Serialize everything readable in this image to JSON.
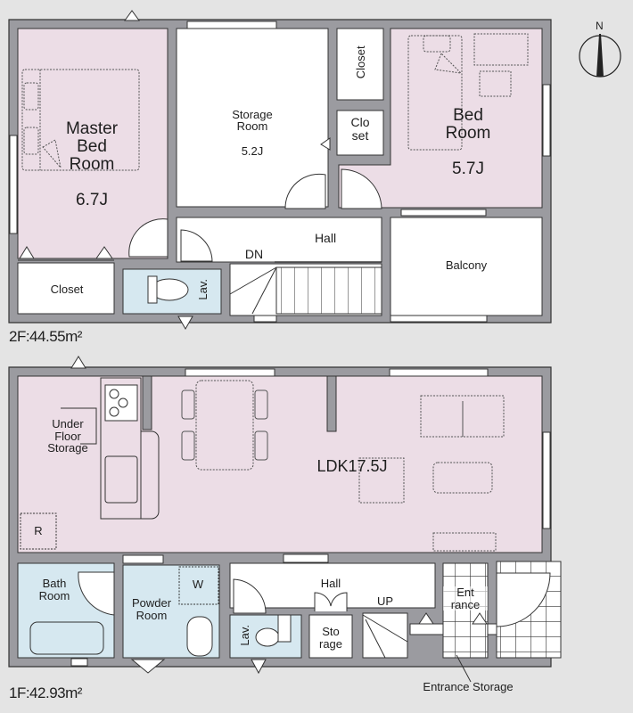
{
  "colors": {
    "background": "#e4e4e4",
    "wall": "#9b9ba0",
    "wall_outline": "#3a3a3a",
    "room_pink": "#ecdde6",
    "room_blue": "#d6e8f0",
    "room_white": "#ffffff",
    "line": "#2a2a2a"
  },
  "compass": {
    "label": "N",
    "icon": "north-arrow-icon"
  },
  "floor2": {
    "area_label": "2F:44.55m²",
    "rooms": {
      "master_bed": {
        "name": "Master\nBed\nRoom",
        "size": "6.7J"
      },
      "storage_room": {
        "name": "Storage\nRoom",
        "size": "5.2J"
      },
      "closet_top": {
        "name": "Closet"
      },
      "closet_small": {
        "name": "Clo\nset"
      },
      "bed_room": {
        "name": "Bed\nRoom",
        "size": "5.7J"
      },
      "hall": {
        "name": "Hall"
      },
      "stairs": {
        "name": "DN"
      },
      "balcony": {
        "name": "Balcony"
      },
      "closet_left": {
        "name": "Closet"
      },
      "lavatory": {
        "name": "Lav."
      }
    }
  },
  "floor1": {
    "area_label": "1F:42.93m²",
    "rooms": {
      "ldk": {
        "name": "LDK17.5J"
      },
      "under_floor": {
        "name": "Under\nFloor\nStorage"
      },
      "fridge": {
        "name": "R"
      },
      "bath": {
        "name": "Bath\nRoom"
      },
      "powder": {
        "name": "Powder\nRoom"
      },
      "washer": {
        "name": "W"
      },
      "hall": {
        "name": "Hall"
      },
      "stairs": {
        "name": "UP"
      },
      "storage": {
        "name": "Sto\nrage"
      },
      "lavatory": {
        "name": "Lav."
      },
      "entrance": {
        "name": "Ent\nrance"
      },
      "entrance_storage": {
        "name": "Entrance Storage"
      }
    }
  }
}
